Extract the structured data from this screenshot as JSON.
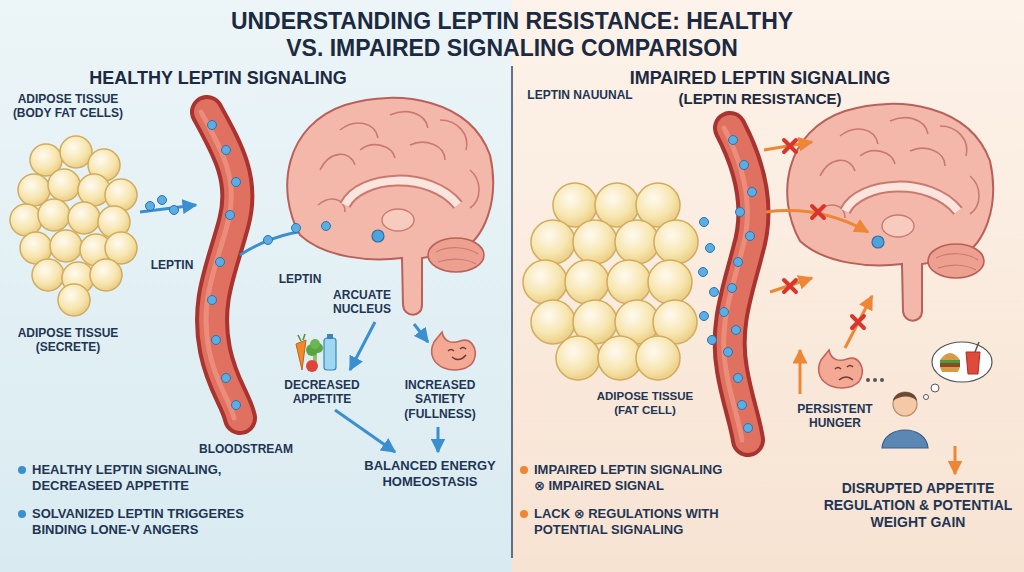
{
  "diagram": {
    "title": "UNDERSTANDING LEPTIN RESISTANCE: HEALTHY VS. IMPAIRED SIGNALING COMPARISON",
    "nodes": [
      {
        "text": [
          "HEALTHY LEPTIN SIGNALING"
        ]
      },
      {
        "text": [
          "IMPAIRED LEPTIN SIGNALING",
          "(LEPTIN RESISTANCE)"
        ]
      }
    ],
    "labels": [
      "ADIPOSE TISSUE (BODY FAT CELLS)",
      "LEPTIN",
      "LEPTIN",
      "ARCUATE NUCLEUS",
      "ADIPOSE TISSUE (SECRETE)",
      "BLOODSTREAM",
      "DECREASED APPETITE",
      "INCREASED SATIETY (FULLNESS)",
      "BALANCED ENERGY HOMEOSTASIS",
      "HEALTHY LEPTIN SIGNALING, DECREASEED APPETITE",
      "SOLVANIZED LEPTIN TRIGGERES BINDING LONE-V ANGERS",
      "LEPTIN NAUUNAL",
      "ADIPOSE TISSUE (FAT CELL)",
      "PERSISTENT HUNGER",
      "DISRUPTED APPETITE REGULATION & POTENTIAL WEIGHT GAIN",
      "IMPAIRED LEPTIN SIGNALING ⊗ IMPAIRED SIGNAL",
      "LACK ⊗ REGULATIONS WITH POTENTIAL SIGNALING"
    ]
  }
}
